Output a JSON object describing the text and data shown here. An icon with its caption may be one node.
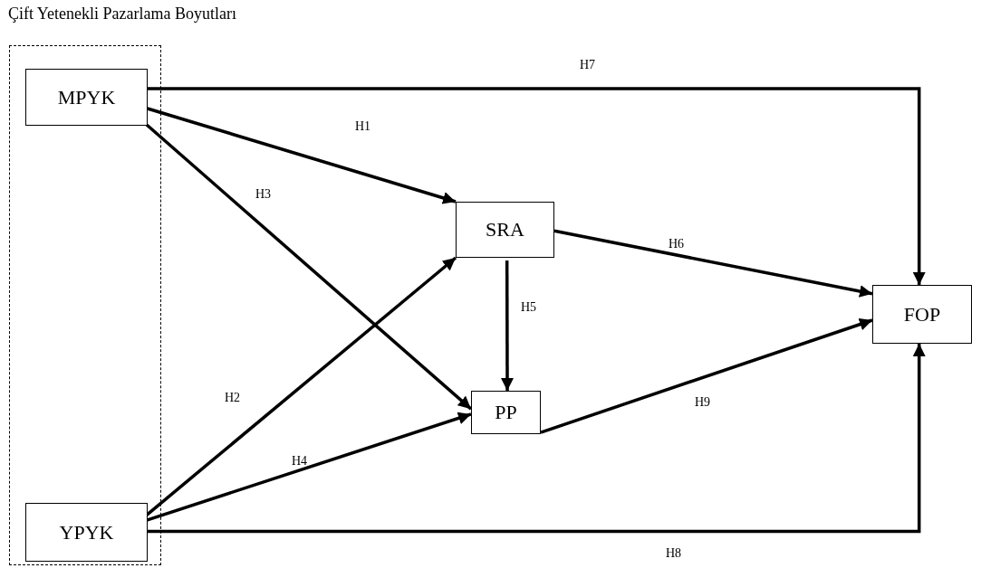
{
  "diagram": {
    "nodes": [
      {
        "text": [
          "Çift Yetenekli Pazarlama Boyutları"
        ]
      },
      {
        "text": [
          "MPYK"
        ],
        "in": 0
      },
      {
        "text": [
          "SRA"
        ]
      },
      {
        "text": [
          "FOP"
        ]
      },
      {
        "text": [
          "PP"
        ]
      },
      {
        "text": [
          "YPYK"
        ],
        "in": 0
      }
    ],
    "edges": [
      {
        "from": 1,
        "to": 3,
        "arrow": "to",
        "label": "H7"
      },
      {
        "from": 1,
        "to": 2,
        "arrow": "to",
        "label": "H1"
      },
      {
        "from": 1,
        "to": 4,
        "arrow": "to",
        "label": "H3"
      },
      {
        "from": 2,
        "to": 3,
        "arrow": "to",
        "label": "H6"
      },
      {
        "from": 2,
        "to": 4,
        "arrow": "to",
        "label": "H5"
      },
      {
        "from": 5,
        "to": 2,
        "arrow": "to",
        "label": "H2"
      },
      {
        "from": 5,
        "to": 4,
        "arrow": "to",
        "label": "H4"
      },
      {
        "from": 4,
        "to": 3,
        "arrow": "to",
        "label": "H9"
      },
      {
        "from": 5,
        "to": 3,
        "arrow": "to",
        "label": "H8"
      }
    ]
  }
}
